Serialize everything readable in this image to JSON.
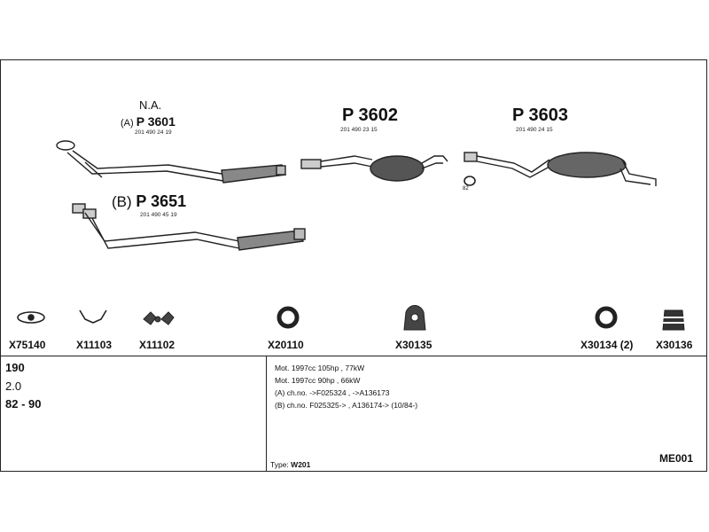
{
  "header": {
    "na_label": "N.A.",
    "variant_a_prefix": "(A)",
    "variant_b_prefix": "(B)"
  },
  "parts": [
    {
      "code": "P 3601",
      "oem": "201 490 24 19"
    },
    {
      "code": "P 3602",
      "oem": "201 490 23 15"
    },
    {
      "code": "P 3603",
      "oem": "201 490 24 15"
    },
    {
      "code": "P 3651",
      "oem": "201 490 45 19"
    }
  ],
  "small_label": "82",
  "accessories": [
    {
      "code": "X75140",
      "icon": "gasket-icon"
    },
    {
      "code": "X11103",
      "icon": "clamp-icon"
    },
    {
      "code": "X11102",
      "icon": "bolt-kit-icon"
    },
    {
      "code": "X20110",
      "icon": "ring-icon"
    },
    {
      "code": "X30135",
      "icon": "mount-icon"
    },
    {
      "code": "X30134 (2)",
      "icon": "ring-icon"
    },
    {
      "code": "X30136",
      "icon": "rubber-mount-icon"
    }
  ],
  "model": {
    "name": "190",
    "engine": "2.0",
    "years": "82 - 90"
  },
  "specs": [
    "Mot. 1997cc 105hp , 77kW",
    "Mot. 1997cc 90hp , 66kW",
    "(A) ch.no. ->F025324 , ->A136173",
    "(B) ch.no. F025325-> , A136174-> (10/84-)"
  ],
  "type": {
    "label": "Type:",
    "value": "W201"
  },
  "sheet_code": "ME001"
}
